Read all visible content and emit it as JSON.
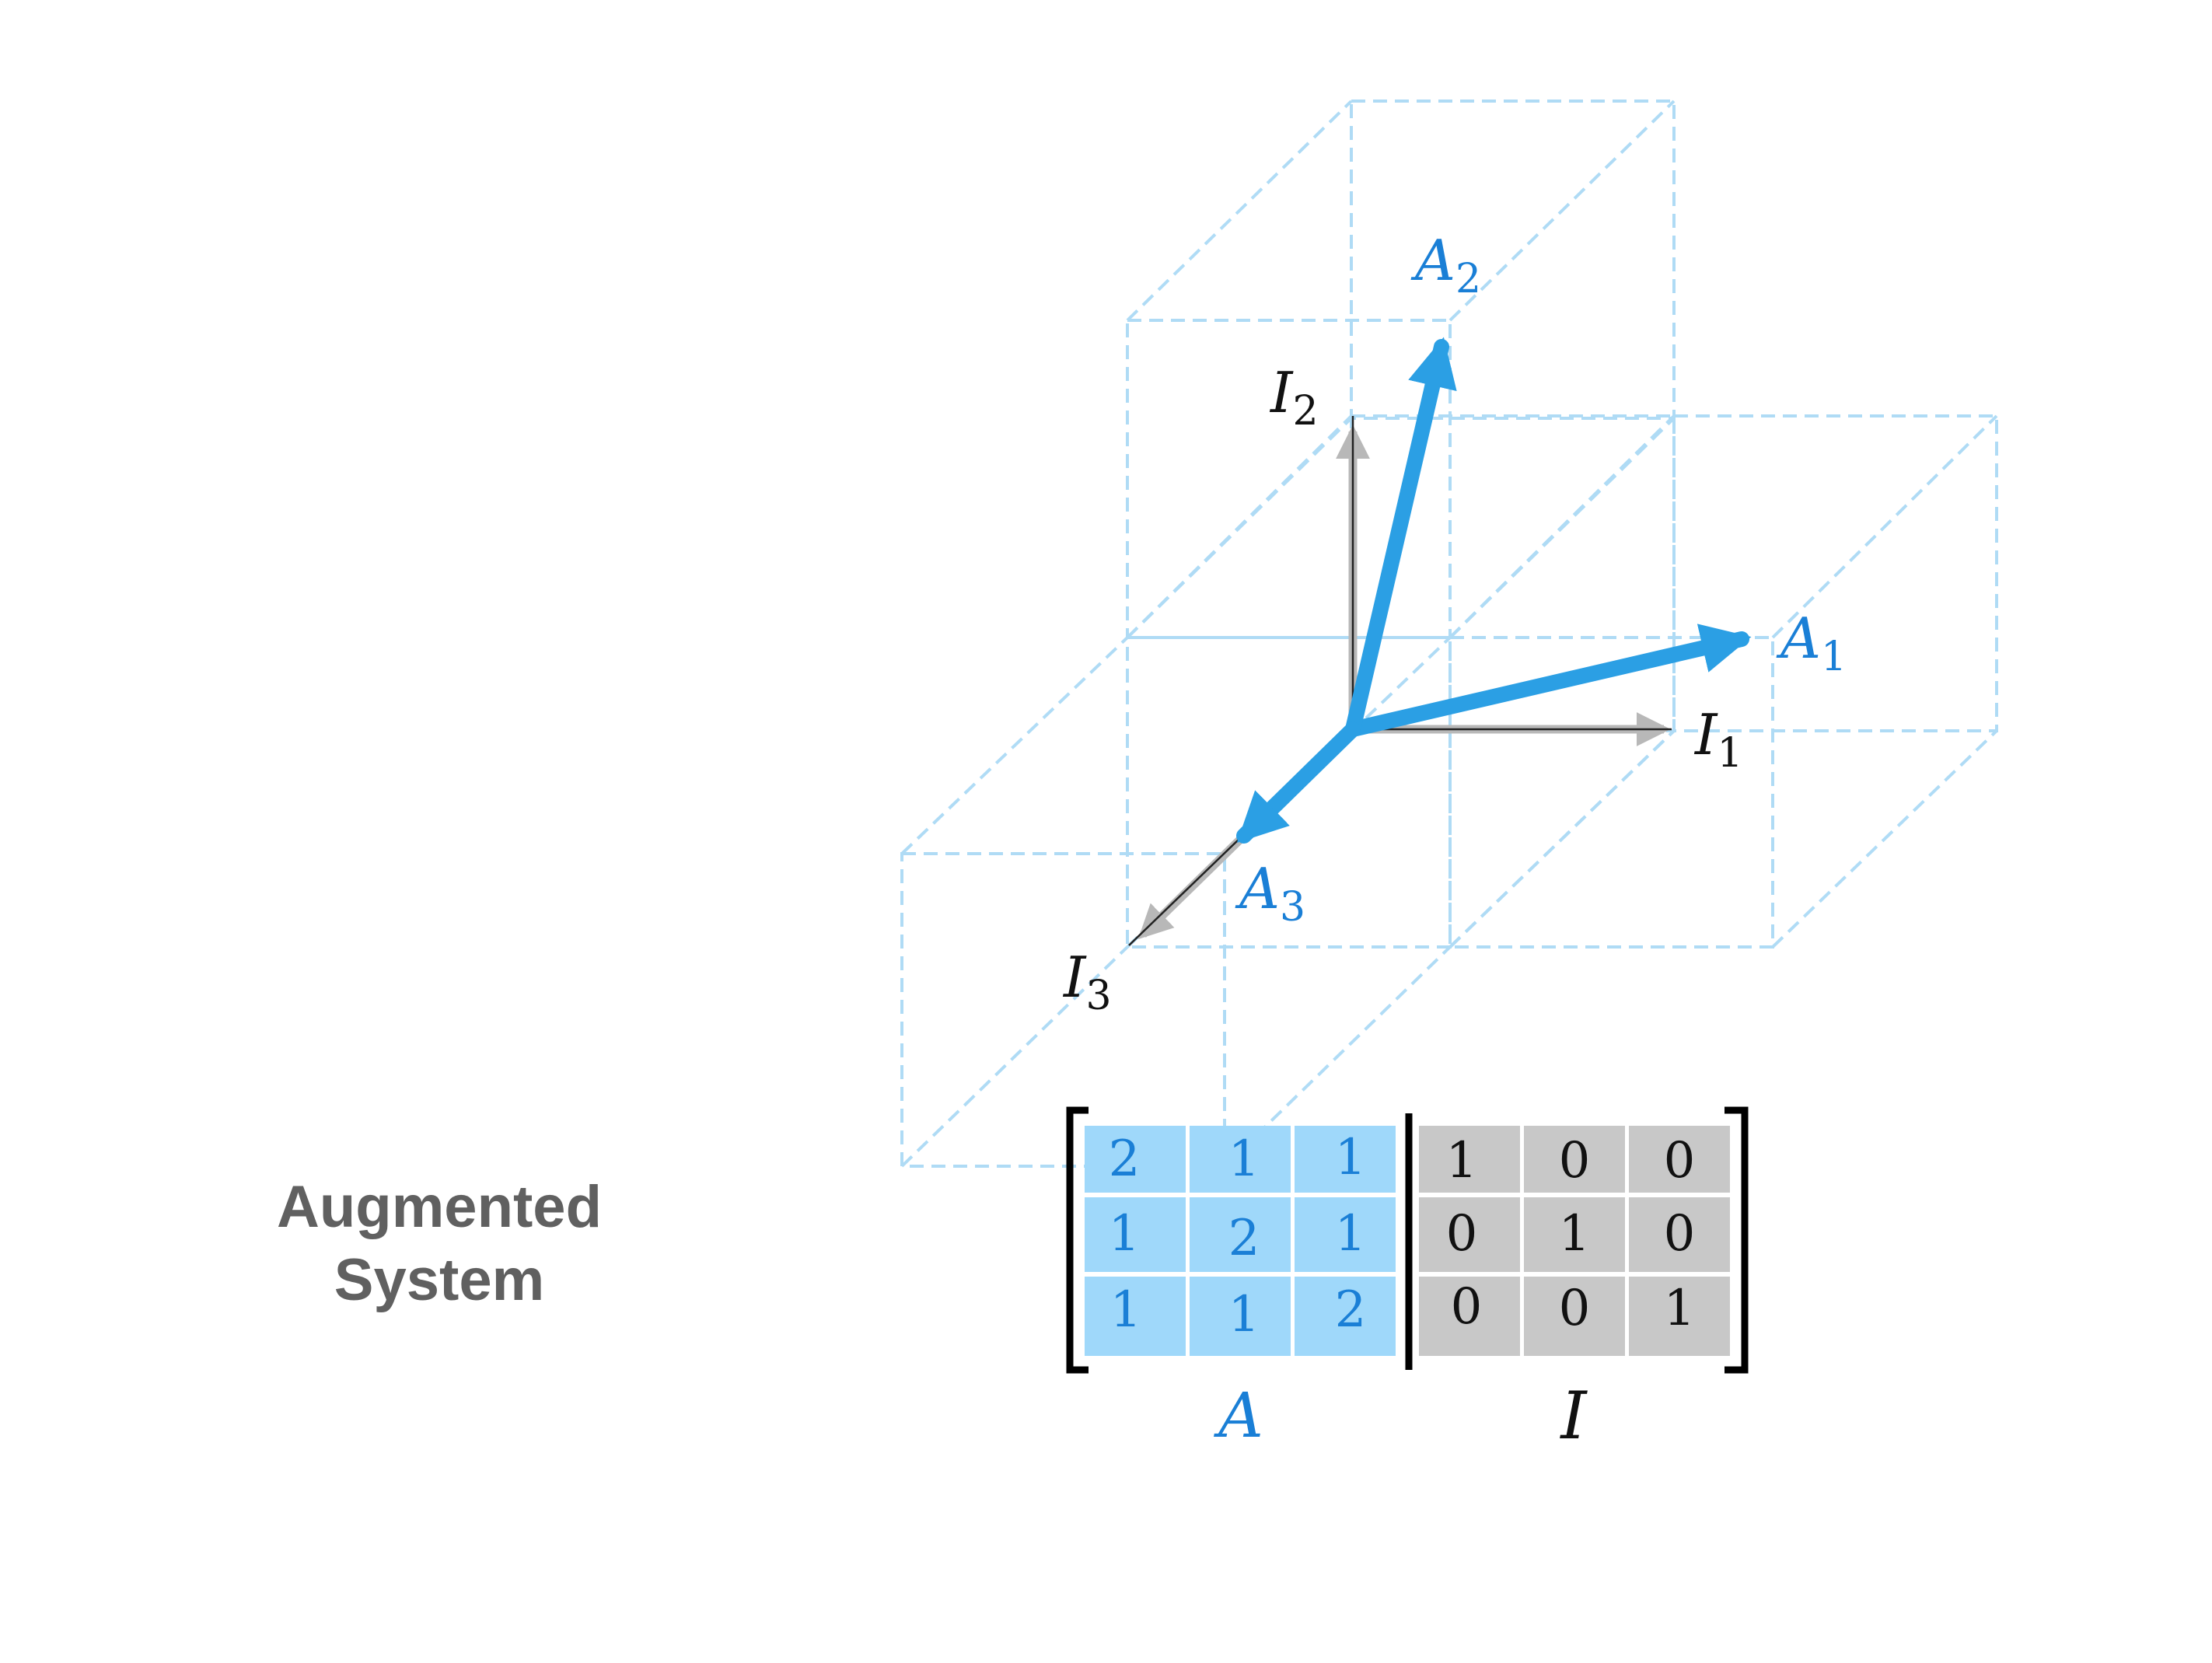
{
  "title": {
    "line1": "Augmented",
    "line2": "System",
    "color": "#606060"
  },
  "vectors": {
    "identity": [
      {
        "base": "I",
        "sub": "1"
      },
      {
        "base": "I",
        "sub": "2"
      },
      {
        "base": "I",
        "sub": "3"
      }
    ],
    "columns": [
      {
        "base": "A",
        "sub": "1"
      },
      {
        "base": "A",
        "sub": "2"
      },
      {
        "base": "A",
        "sub": "3"
      }
    ]
  },
  "matrix": {
    "A": [
      [
        "2",
        "1",
        "1"
      ],
      [
        "1",
        "2",
        "1"
      ],
      [
        "1",
        "1",
        "2"
      ]
    ],
    "I": [
      [
        "1",
        "0",
        "0"
      ],
      [
        "0",
        "1",
        "0"
      ],
      [
        "0",
        "0",
        "1"
      ]
    ],
    "label_A": "A",
    "label_I": "I"
  },
  "colors": {
    "accent_blue": "#2b9fe4",
    "label_blue": "#1a7fd6",
    "cell_blue": "#9fd8fa",
    "cell_gray": "#c8c8c8",
    "gray_vector": "#b8b8b8",
    "box_line": "#a7d8f5"
  }
}
